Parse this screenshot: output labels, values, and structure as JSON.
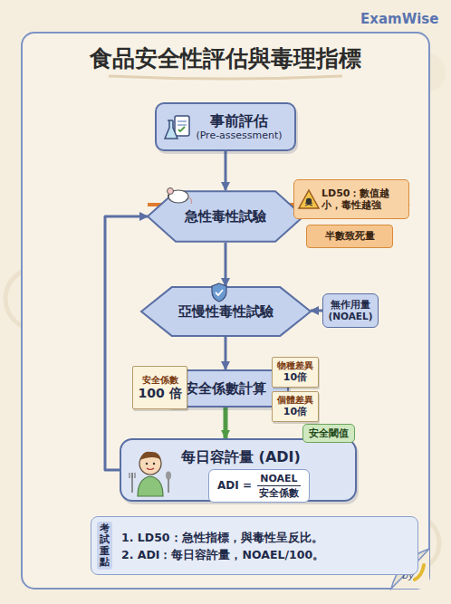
{
  "diagram": {
    "title": "食品安全性評估與毒理指標",
    "nodes": [
      {
        "text": [
          "事前評估",
          "(Pre-assessment)"
        ]
      },
      {
        "text": [
          "急性毒性試驗"
        ]
      },
      {
        "text": [
          "LD50：數值越小，毒性越強"
        ]
      },
      {
        "text": [
          "半數致死量"
        ]
      },
      {
        "text": [
          "亞慢性毒性試驗"
        ]
      },
      {
        "text": [
          "無作用量 (NOAEL)"
        ]
      },
      {
        "text": [
          "安全係數計算"
        ]
      },
      {
        "text": [
          "安全係數",
          "100 倍"
        ]
      },
      {
        "text": [
          "物種差異",
          "10倍"
        ]
      },
      {
        "text": [
          "個體差異",
          "10倍"
        ]
      },
      {
        "text": [
          "每日容許量 (ADI)"
        ]
      },
      {
        "text": [
          "ADI =",
          "NOAEL",
          "安全係數"
        ],
        "in": 10
      },
      {
        "text": [
          "安全閾值"
        ]
      },
      {
        "text": [
          "考試重點",
          "1. LD50：急性指標，與毒性呈反比。",
          "2. ADI：每日容許量，NOAEL/100。"
        ]
      }
    ],
    "edges": [
      {
        "from": 0,
        "to": 1,
        "arrow": "to"
      },
      {
        "from": 1,
        "to": 2,
        "arrow": "to"
      },
      {
        "from": 1,
        "to": 4,
        "arrow": "to"
      },
      {
        "from": 5,
        "to": 4,
        "arrow": "to"
      },
      {
        "from": 4,
        "to": 6,
        "arrow": "to"
      },
      {
        "from": 6,
        "to": 10,
        "arrow": "to"
      },
      {
        "from": 10,
        "to": 1,
        "arrow": "to"
      }
    ],
    "labels": [
      "ExamWise",
      "by"
    ]
  }
}
